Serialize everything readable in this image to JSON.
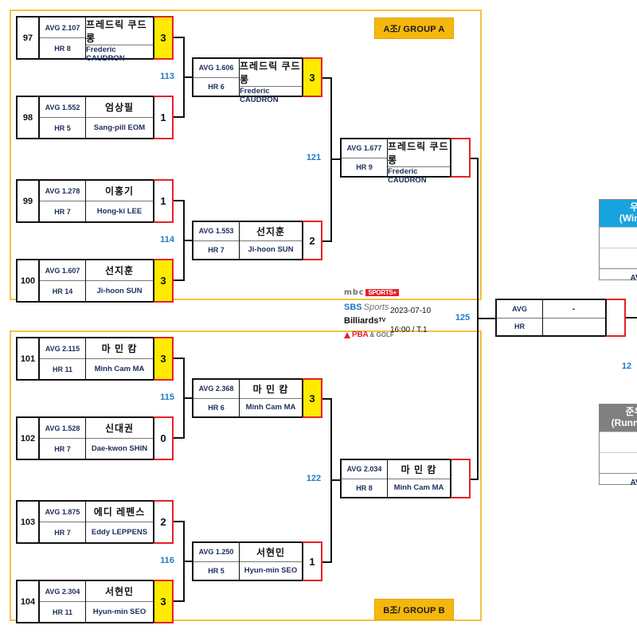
{
  "event": {
    "date": "2023-07-10",
    "time_table": "16:00 / T.1"
  },
  "broadcasters": [
    {
      "name": "mbc-sports-plus",
      "main": "mbc",
      "badge": "SPORTS+"
    },
    {
      "name": "sbs-sports",
      "main": "SBS",
      "sub": "Sports"
    },
    {
      "name": "billiards-tv",
      "main": "Billiards",
      "sup": "TV"
    },
    {
      "name": "pba-golf",
      "main": "PBA",
      "sub": "& GOLF"
    }
  ],
  "groups": [
    {
      "id": "A",
      "label": "A조/ GROUP A"
    },
    {
      "id": "B",
      "label": "B조/ GROUP B"
    }
  ],
  "labels": {
    "avg": "AVG",
    "hr": "HR",
    "empty": "-"
  },
  "matches": {
    "m113": {
      "number": "113"
    },
    "m114": {
      "number": "114"
    },
    "m115": {
      "number": "115"
    },
    "m116": {
      "number": "116"
    },
    "m121": {
      "number": "121"
    },
    "m122": {
      "number": "122"
    },
    "m125": {
      "number": "125"
    },
    "m_cut": {
      "number": "12"
    }
  },
  "cards": {
    "a_r1_1": {
      "seed": "97",
      "avg": "AVG 2.107",
      "hr": "HR 8",
      "kr": "프레드릭 쿠드롱",
      "en": "Frederic CAUDRON",
      "score": "3"
    },
    "a_r1_2": {
      "seed": "98",
      "avg": "AVG 1.552",
      "hr": "HR 5",
      "kr": "엄상필",
      "en": "Sang-pill EOM",
      "score": "1"
    },
    "a_r1_3": {
      "seed": "99",
      "avg": "AVG 1.278",
      "hr": "HR 7",
      "kr": "이홍기",
      "en": "Hong-ki LEE",
      "score": "1"
    },
    "a_r1_4": {
      "seed": "100",
      "avg": "AVG 1.607",
      "hr": "HR 14",
      "kr": "선지훈",
      "en": "Ji-hoon SUN",
      "score": "3"
    },
    "a_r2_1": {
      "avg": "AVG 1.606",
      "hr": "HR 6",
      "kr": "프레드릭 쿠드롱",
      "en": "Frederic CAUDRON",
      "score": "3"
    },
    "a_r2_2": {
      "avg": "AVG 1.553",
      "hr": "HR 7",
      "kr": "선지훈",
      "en": "Ji-hoon SUN",
      "score": "2"
    },
    "a_r3_1": {
      "avg": "AVG 1.677",
      "hr": "HR 9",
      "kr": "프레드릭 쿠드롱",
      "en": "Frederic CAUDRON",
      "score": ""
    },
    "b_r1_1": {
      "seed": "101",
      "avg": "AVG 2.115",
      "hr": "HR 11",
      "kr": "마 민 캄",
      "en": "Minh Cam MA",
      "score": "3"
    },
    "b_r1_2": {
      "seed": "102",
      "avg": "AVG 1.528",
      "hr": "HR 7",
      "kr": "신대권",
      "en": "Dae-kwon SHIN",
      "score": "0"
    },
    "b_r1_3": {
      "seed": "103",
      "avg": "AVG 1.875",
      "hr": "HR 7",
      "kr": "에디 레펜스",
      "en": "Eddy LEPPENS",
      "score": "2"
    },
    "b_r1_4": {
      "seed": "104",
      "avg": "AVG 2.304",
      "hr": "HR 11",
      "kr": "서현민",
      "en": "Hyun-min SEO",
      "score": "3"
    },
    "b_r2_1": {
      "avg": "AVG 2.368",
      "hr": "HR 6",
      "kr": "마 민 캄",
      "en": "Minh Cam MA",
      "score": "3"
    },
    "b_r2_2": {
      "avg": "AVG 1.250",
      "hr": "HR 5",
      "kr": "서현민",
      "en": "Hyun-min SEO",
      "score": "1"
    },
    "b_r3_1": {
      "avg": "AVG 2.034",
      "hr": "HR 8",
      "kr": "마 민 캄",
      "en": "Minh Cam MA",
      "score": ""
    },
    "final": {
      "avg": "AVG",
      "hr": "HR",
      "kr": "-",
      "en": "",
      "score": ""
    }
  },
  "panels": {
    "winner": {
      "title_kr": "우승",
      "title_en": "(Winner)",
      "row1": "-",
      "row2": "-",
      "foot": "AVG"
    },
    "runnerup": {
      "title_kr": "준우승",
      "title_en": "(Runner-up)",
      "row1": "-",
      "row2": "-",
      "foot": "AVG"
    }
  },
  "colors": {
    "group_border": "#f2c14a",
    "group_label_bg": "#f5b60d",
    "win_score_bg": "#ffeb00",
    "score_border": "#e8202a",
    "match_number": "#1f7ac4",
    "winner_header": "#17a2e0",
    "runner_header": "#808080"
  }
}
